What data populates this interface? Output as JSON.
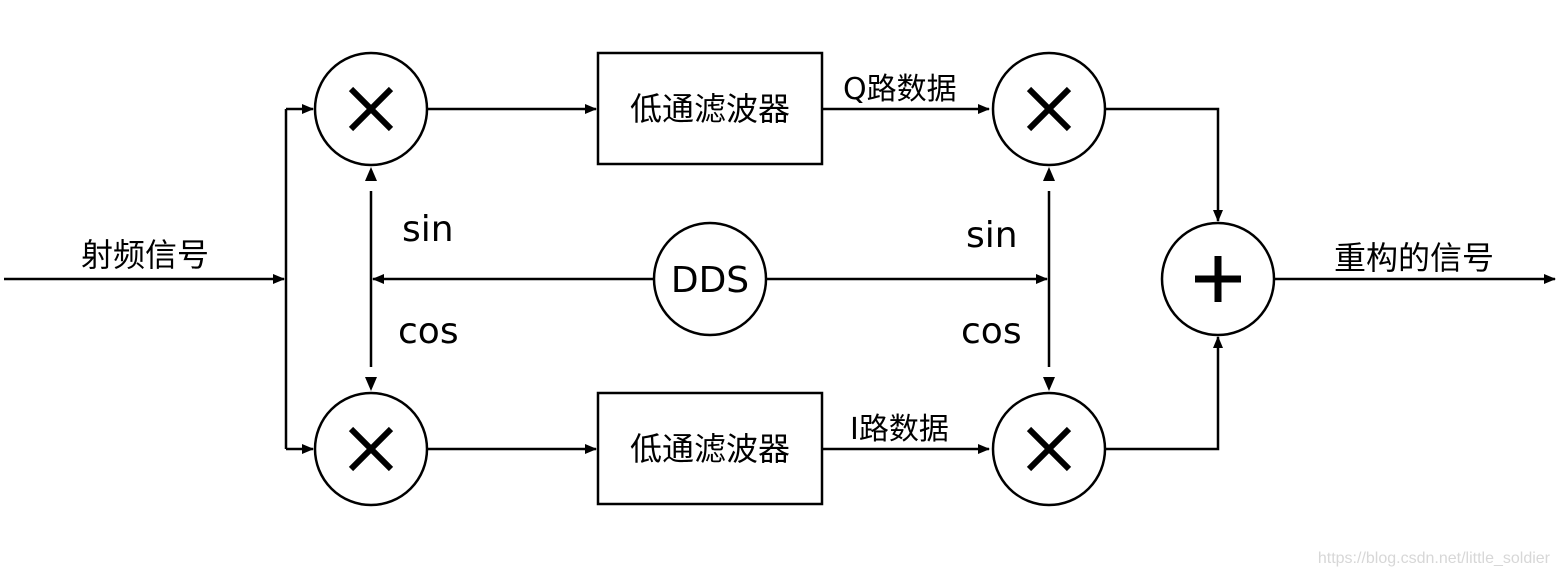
{
  "labels": {
    "rf_signal": "射频信号",
    "q_data": "Q路数据",
    "i_data": "I路数据",
    "sin_left": "sin",
    "cos_left": "cos",
    "sin_right": "sin",
    "cos_right": "cos",
    "dds": "DDS",
    "lpf_top": "低通滤波器",
    "lpf_bottom": "低通滤波器",
    "reconstructed": "重构的信号"
  },
  "watermark": "https://blog.csdn.net/little_soldier"
}
